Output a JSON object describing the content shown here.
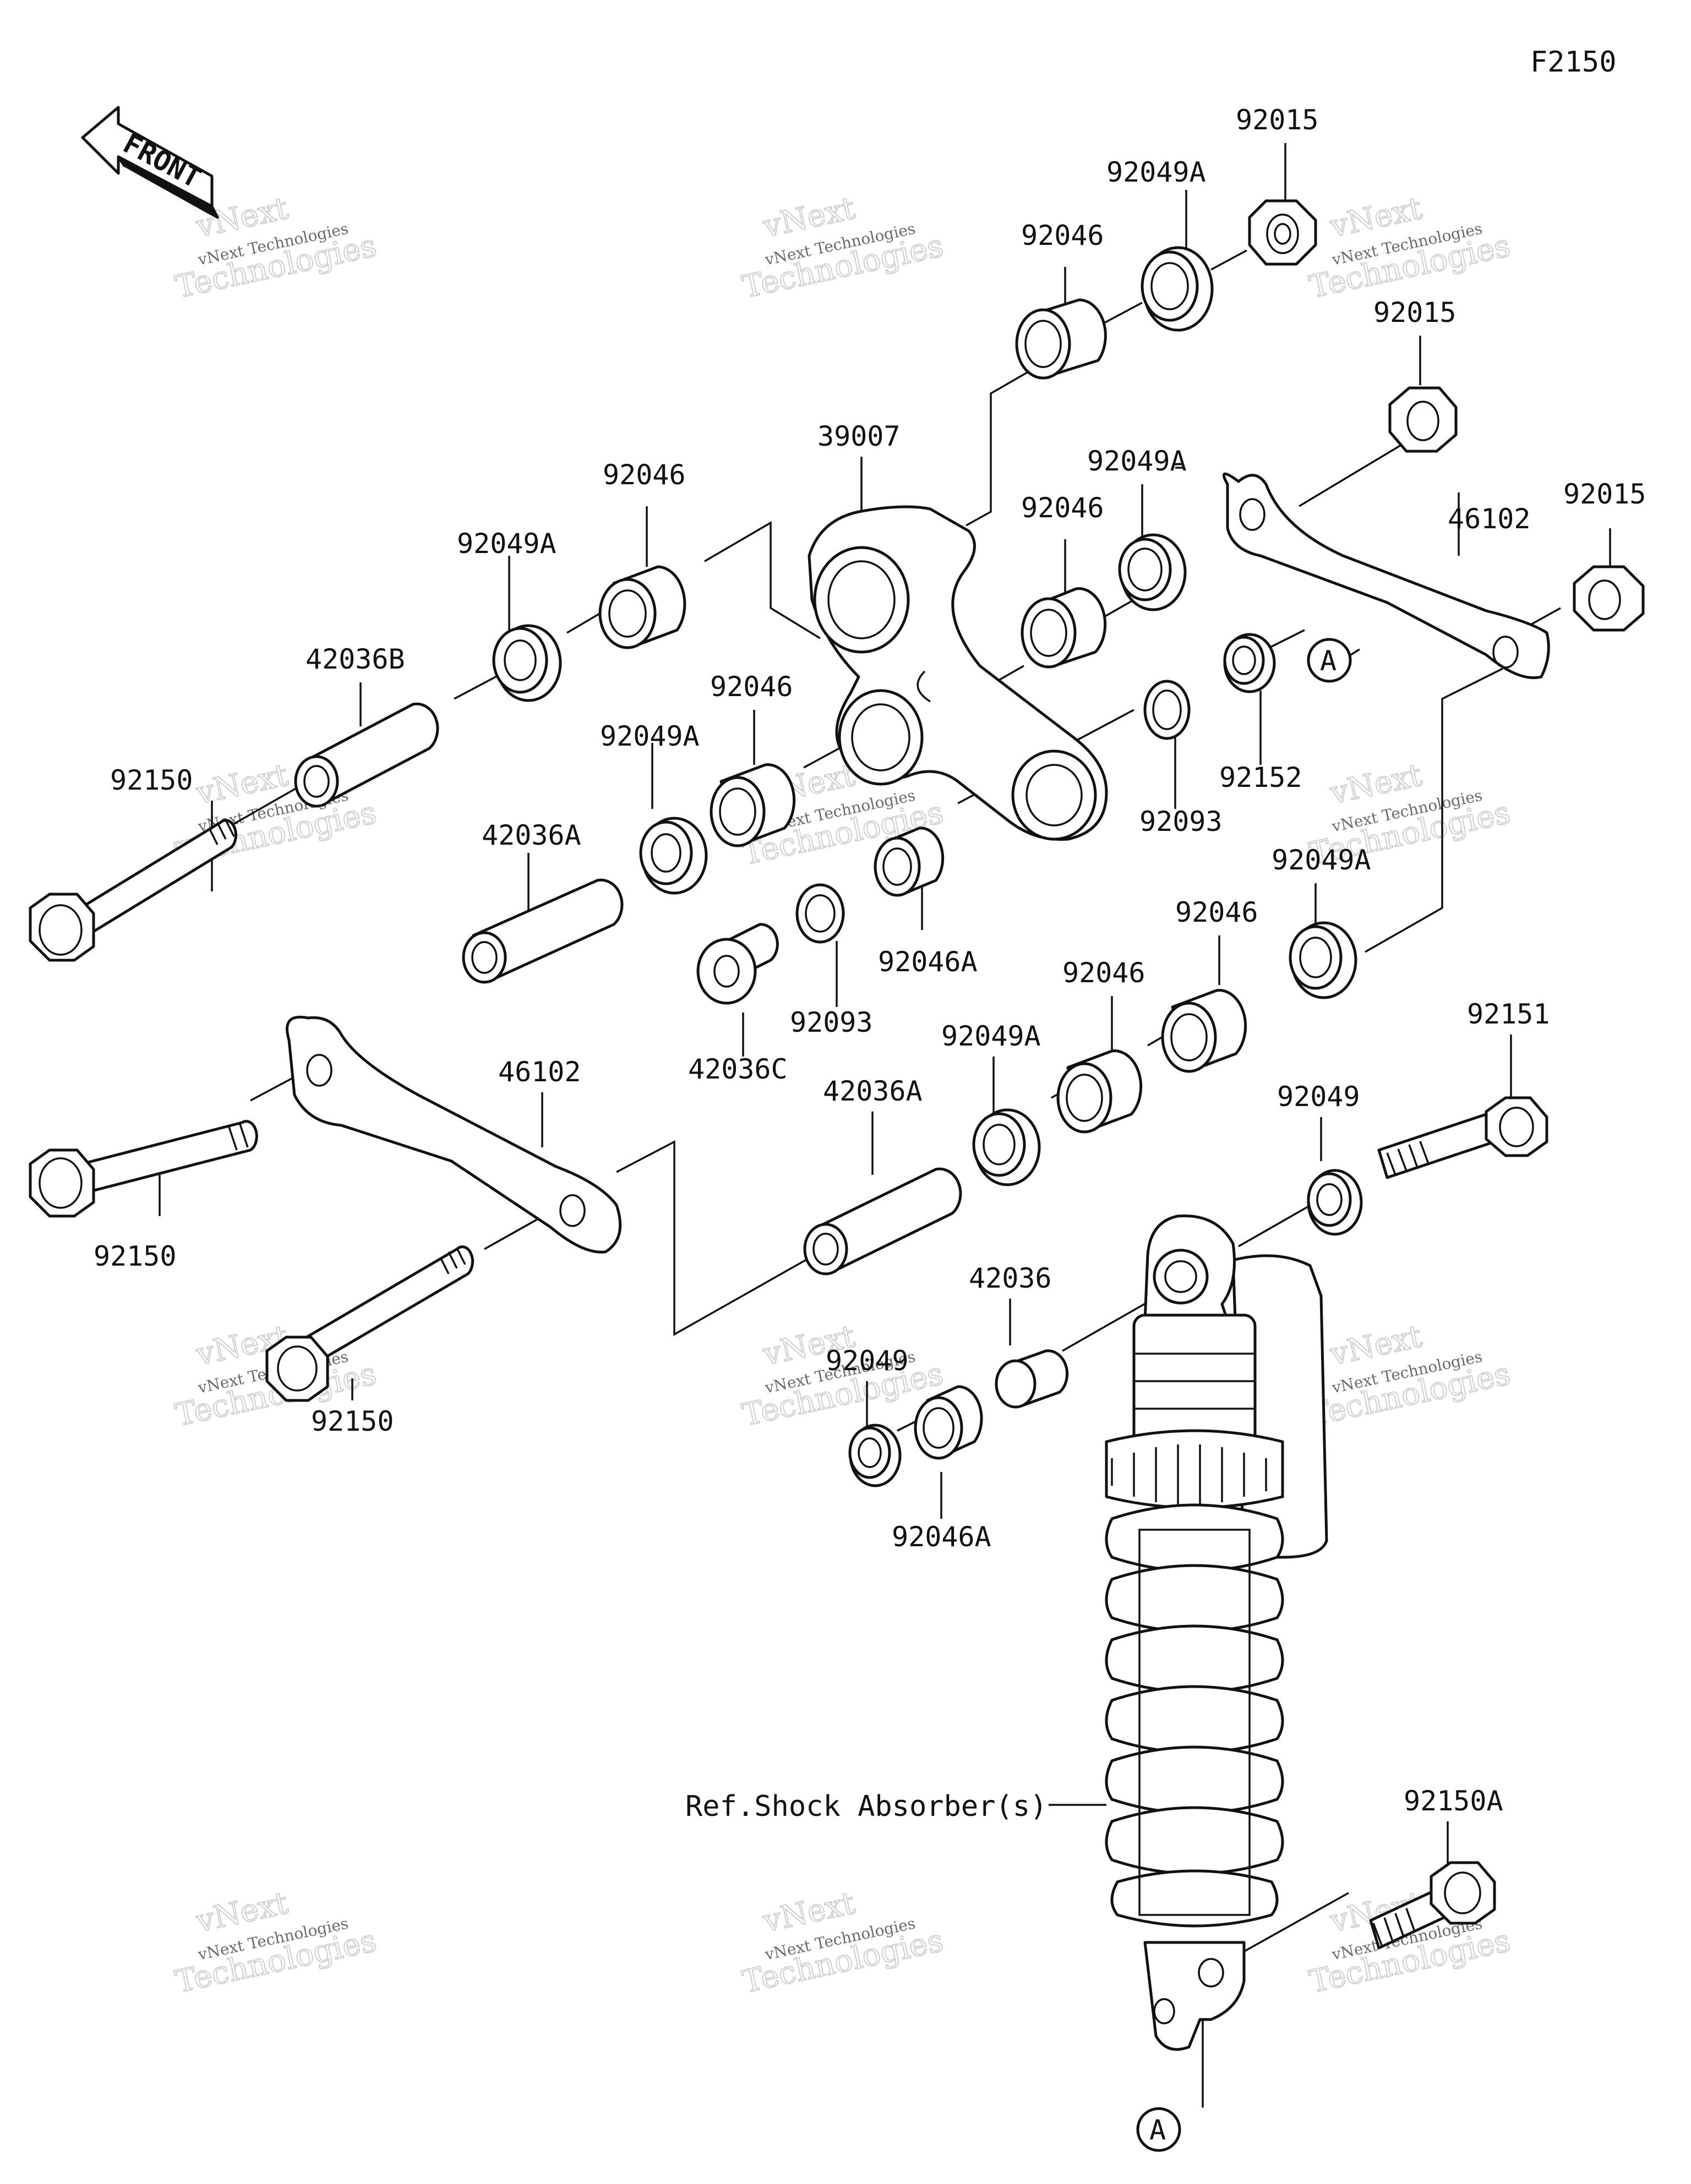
{
  "figure_code": "F2150",
  "front_label": "FRONT",
  "reference_label": "Ref.Shock Absorber(s)",
  "callout_letter": "A",
  "watermark": {
    "line1": "vNext",
    "line2": "vNext Technologies",
    "line3": "Technologies"
  },
  "parts": {
    "p92015_a": "92015",
    "p92015_b": "92015",
    "p92015_c": "92015",
    "p92049A_a": "92049A",
    "p92049A_b": "92049A",
    "p92049A_c": "92049A",
    "p92049A_d": "92049A",
    "p92049A_e": "92049A",
    "p92049A_f": "92049A",
    "p92046_a": "92046",
    "p92046_b": "92046",
    "p92046_c": "92046",
    "p92046_d": "92046",
    "p92046_e": "92046",
    "p92046_f": "92046",
    "p39007": "39007",
    "p46102_a": "46102",
    "p46102_b": "46102",
    "p42036B": "42036B",
    "p42036A_a": "42036A",
    "p42036A_b": "42036A",
    "p42036C": "42036C",
    "p42036": "42036",
    "p92150_a": "92150",
    "p92150_b": "92150",
    "p92150_c": "92150",
    "p92150A": "92150A",
    "p92151": "92151",
    "p92152": "92152",
    "p92093_a": "92093",
    "p92093_b": "92093",
    "p92046A_a": "92046A",
    "p92046A_b": "92046A",
    "p92049_a": "92049",
    "p92049_b": "92049"
  }
}
